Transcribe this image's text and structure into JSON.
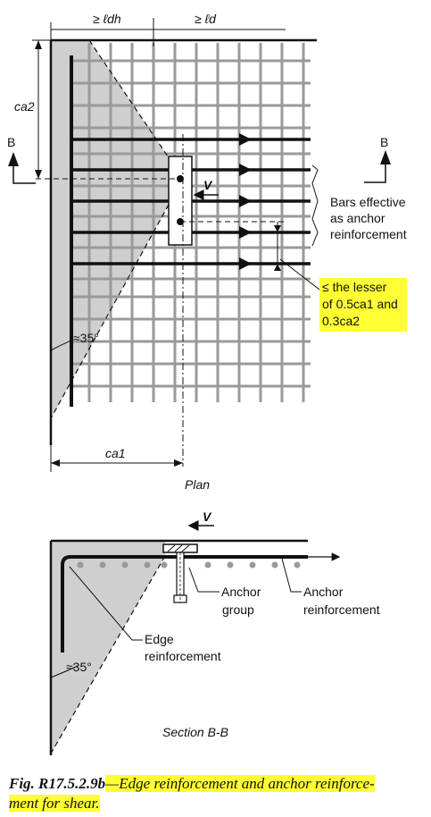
{
  "plan": {
    "dim_ldh": "≥ ℓdh",
    "dim_ld": "≥ ℓd",
    "ca2": "ca2",
    "section_left": "B",
    "section_right": "B",
    "v": "V",
    "bars_callout": [
      "Bars effective",
      "as anchor",
      "reinforcement"
    ],
    "spacing_callout": [
      "≤ the lesser",
      "of 0.5ca1 and",
      "0.3ca2"
    ],
    "angle": "≈35°",
    "ca1": "ca1",
    "title": "Plan"
  },
  "section": {
    "v": "V",
    "anchor_group": [
      "Anchor",
      "group"
    ],
    "anchor_reinforcement": [
      "Anchor",
      "reinforcement"
    ],
    "edge_reinforcement": [
      "Edge",
      "reinforcement"
    ],
    "angle": "≈35°",
    "title": "Section B-B"
  },
  "caption": {
    "label": "Fig. R17.5.2.9b",
    "dash": "—",
    "text_1": "Edge reinforcement and anchor reinforce-",
    "text_2": "ment for shear."
  },
  "colors": {
    "highlight": "#ffff33",
    "shade": "#cfcfcf",
    "grid": "#9a9a9a"
  }
}
